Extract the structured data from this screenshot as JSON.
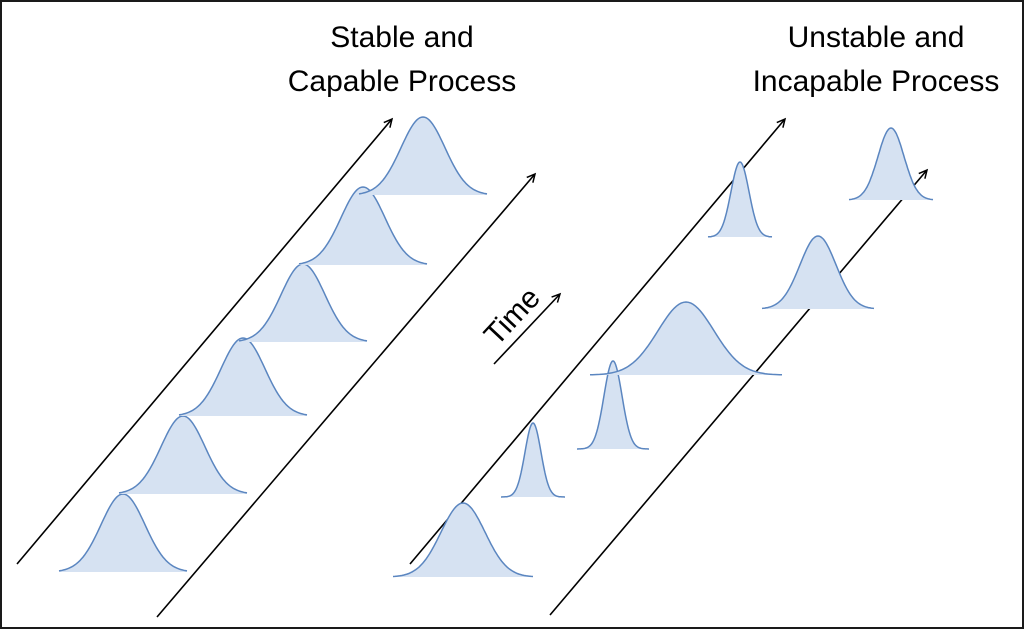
{
  "titles": {
    "left": "Stable and\nCapable Process",
    "right": "Unstable and\nIncapable Process"
  },
  "time_label": "Time",
  "colors": {
    "curve_fill": "#d6e2f2",
    "curve_stroke": "#5b86c0",
    "arrow": "#000000",
    "border": "#1a1a1a"
  },
  "icons": {
    "arrowhead": "open-arrow-icon"
  }
}
